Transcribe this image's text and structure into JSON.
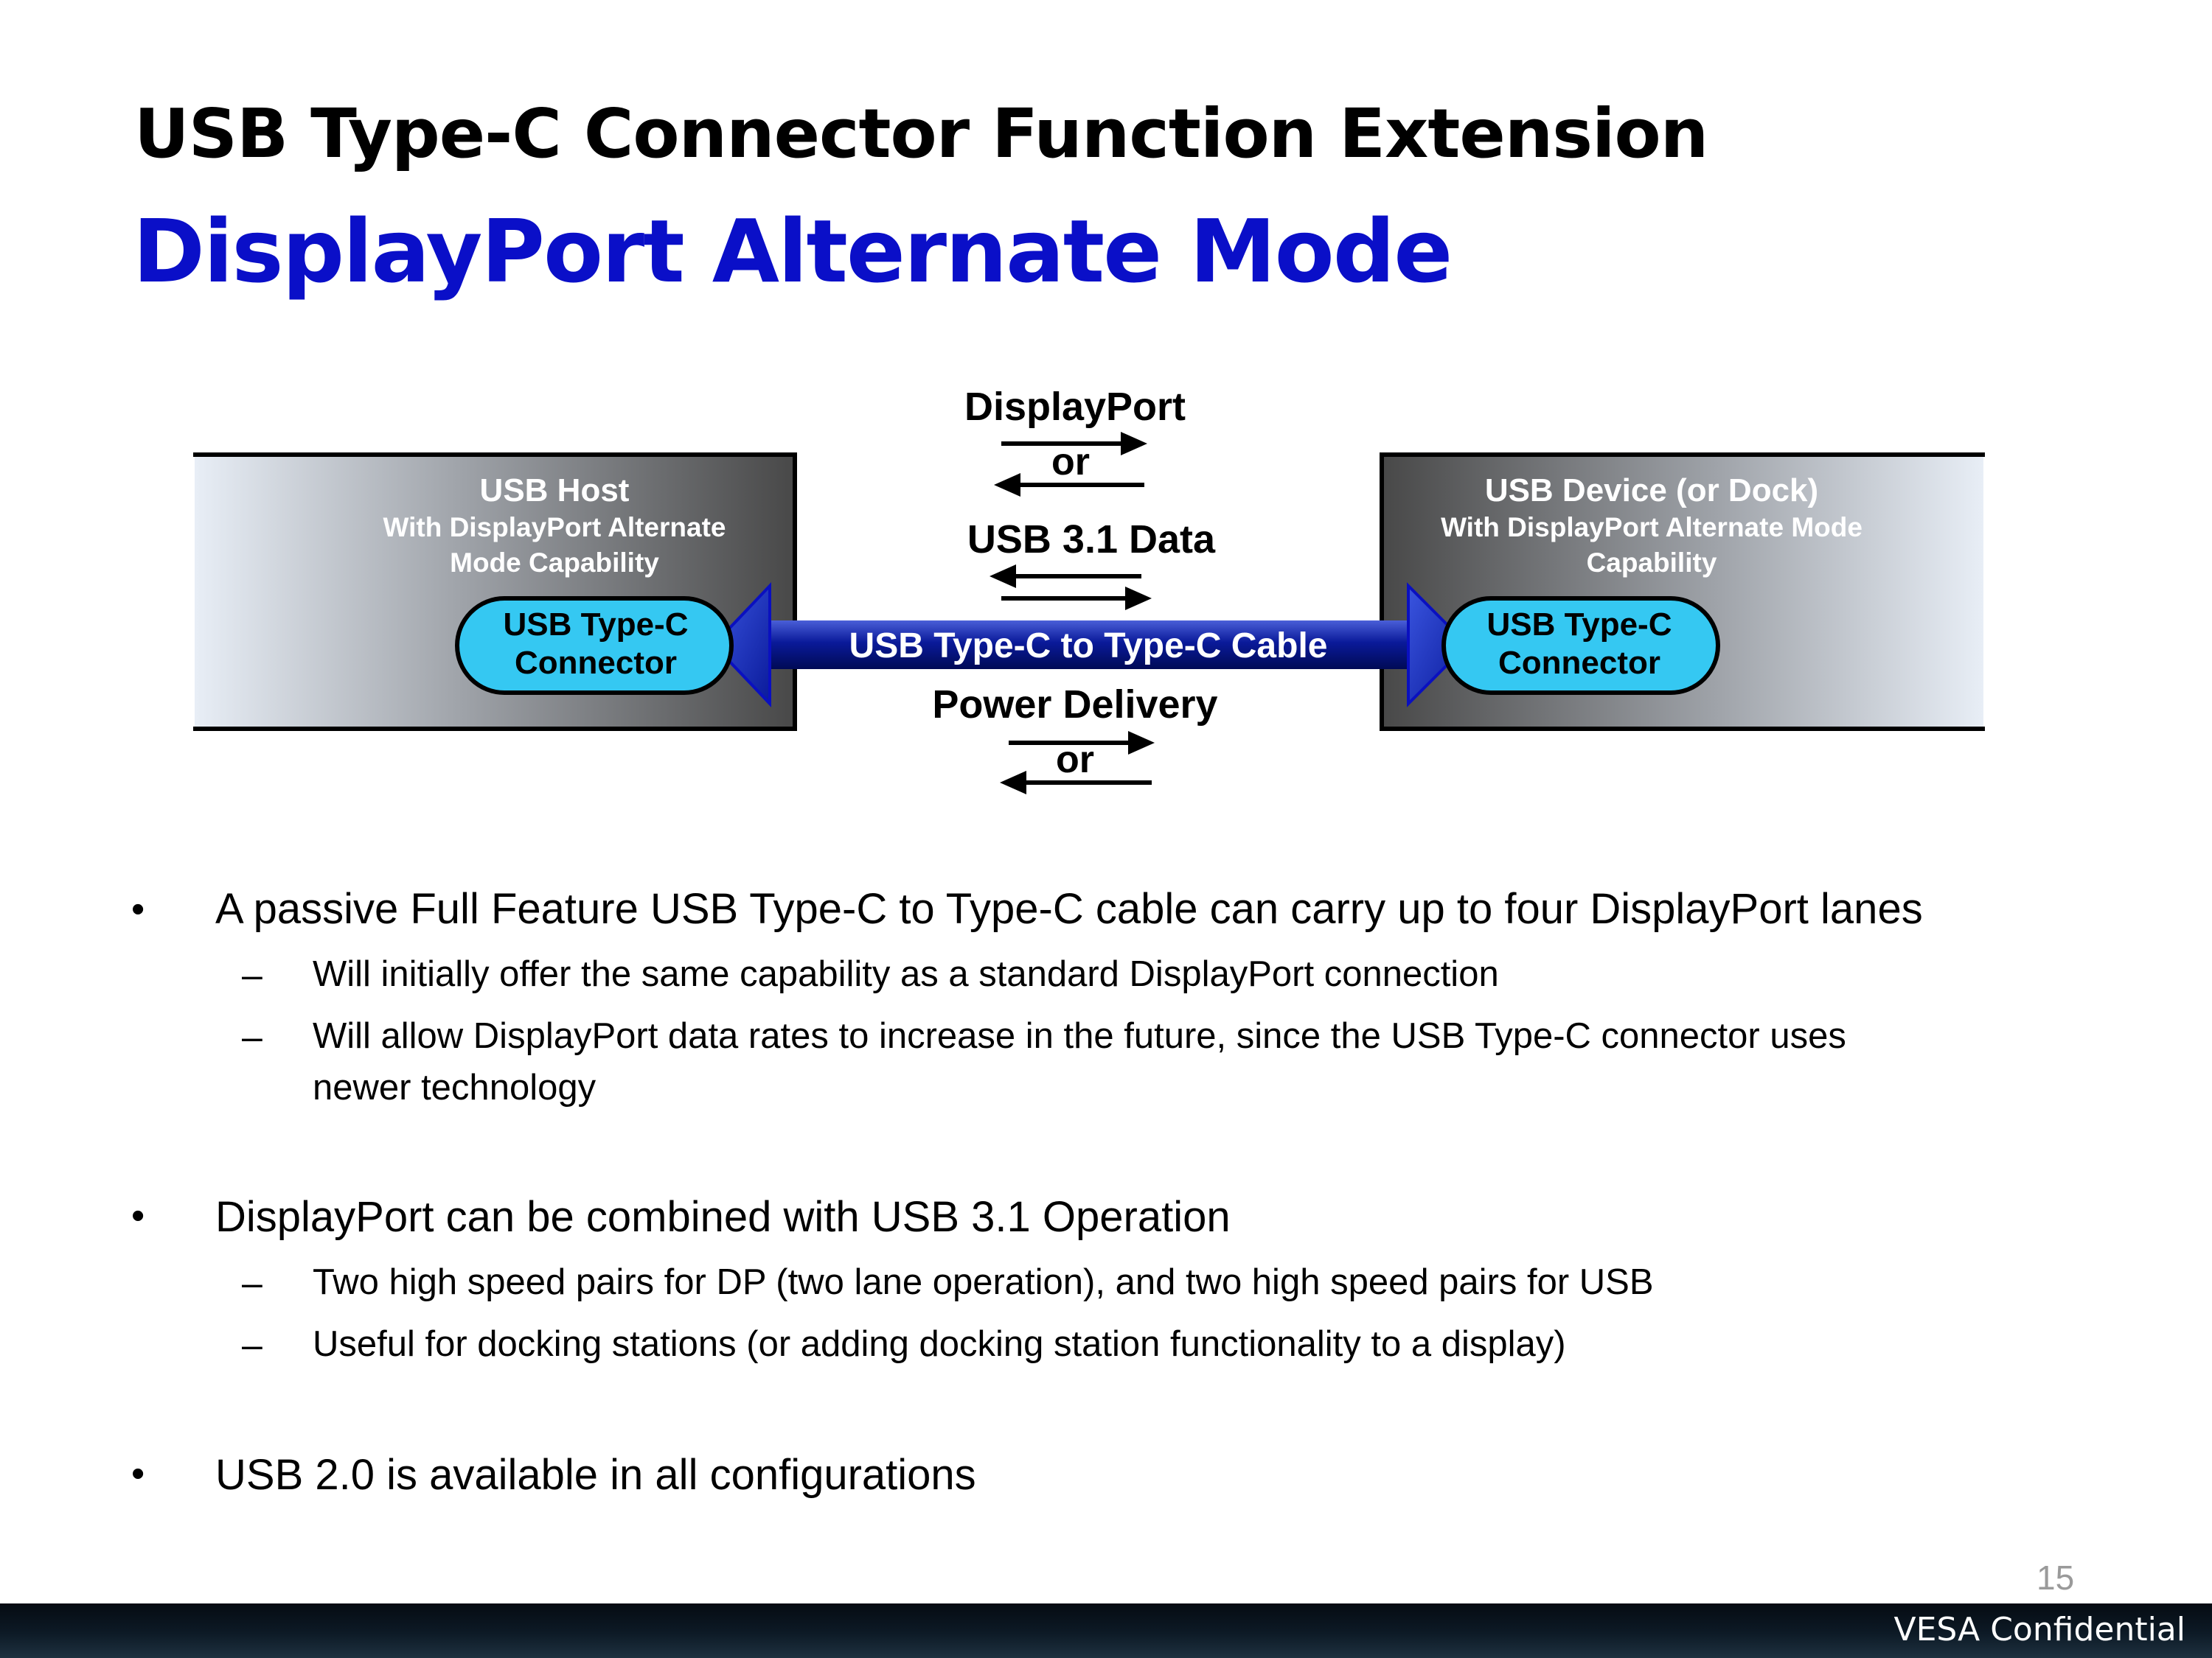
{
  "slide": {
    "title": "USB Type-C Connector Function Extension",
    "subtitle": "DisplayPort Alternate Mode",
    "page_number": "15",
    "footer": "VESA Confidential"
  },
  "diagram": {
    "host": {
      "title": "USB Host",
      "line1": "With DisplayPort Alternate",
      "line2": "Mode Capability",
      "connector_line1": "USB Type-C",
      "connector_line2": "Connector"
    },
    "device": {
      "title": "USB Device (or Dock)",
      "line1": "With DisplayPort Alternate Mode",
      "line2": "Capability",
      "connector_line1": "USB Type-C",
      "connector_line2": "Connector"
    },
    "cable_label": "USB Type-C to Type-C Cable",
    "top_label": "DisplayPort",
    "top_or": "or",
    "usb_label": "USB 3.1 Data",
    "power_label": "Power Delivery",
    "bottom_or": "or",
    "colors": {
      "connector_fill": "#35c8f2",
      "cable_blue": "#0a1a9a",
      "box_dark": "#4a4a4a",
      "box_light": "#e8eef6"
    }
  },
  "bullets": [
    {
      "text": "A passive Full Feature USB Type-C to Type-C cable can carry up to four DisplayPort lanes",
      "sub": [
        "Will initially offer the same capability as a standard DisplayPort connection",
        "Will allow DisplayPort data rates to increase in the future, since the USB Type-C connector uses",
        "newer technology"
      ]
    },
    {
      "text": "DisplayPort can be combined with USB 3.1 Operation",
      "sub": [
        "Two high speed pairs for DP (two lane operation), and two high speed pairs for USB",
        "Useful for docking stations (or adding docking station functionality to a display)"
      ]
    },
    {
      "text": "USB 2.0 is available in all configurations",
      "sub": []
    }
  ]
}
